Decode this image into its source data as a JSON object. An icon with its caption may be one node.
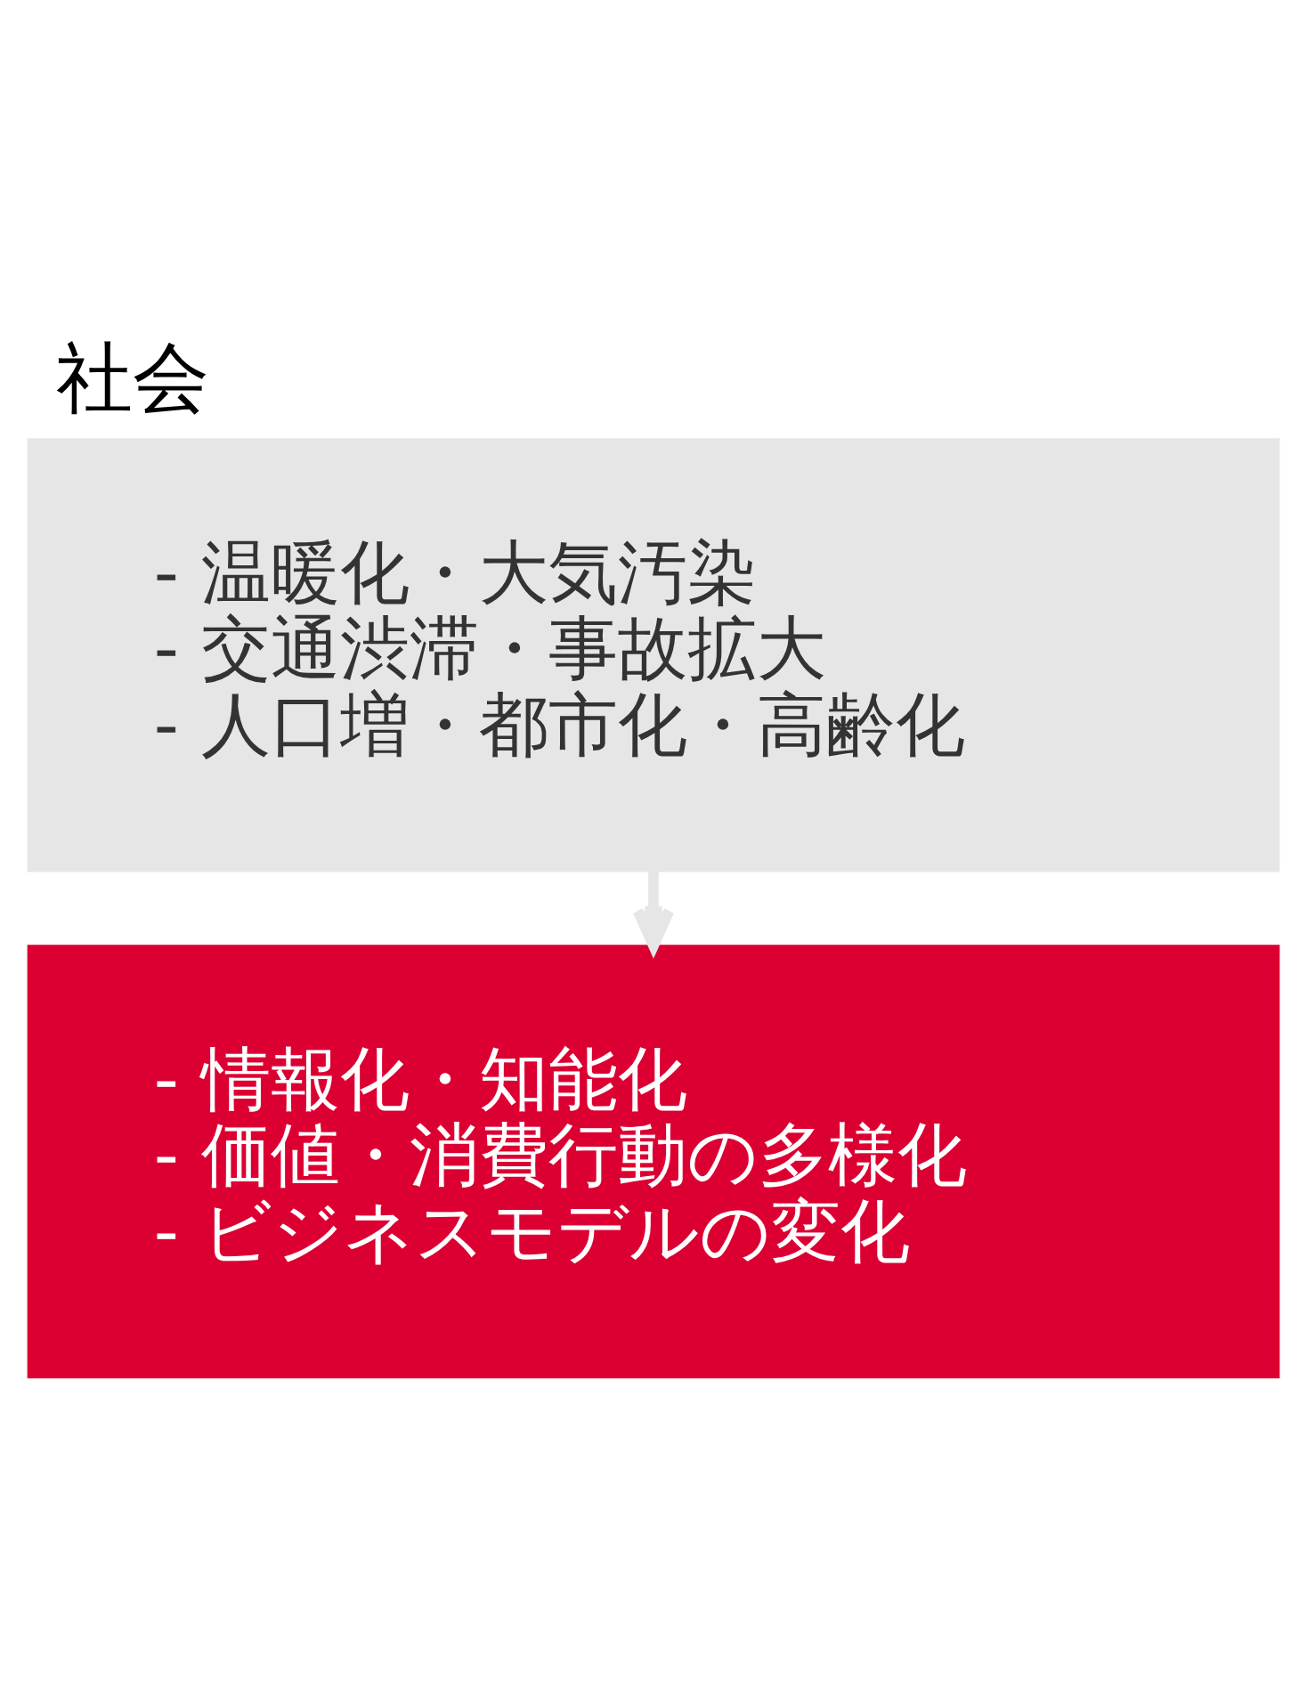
{
  "diagram": {
    "title": "社会",
    "nodes": [
      {
        "text": [
          "- 温暖化・大気汚染",
          "- 交通渋滞・事故拡大",
          "- 人口増・都市化・高齢化"
        ]
      },
      {
        "text": [
          "- 情報化・知能化",
          "- 価値・消費行動の多様化",
          "- ビジネスモデルの変化"
        ]
      }
    ],
    "edges": [
      {
        "from": 0,
        "to": 1,
        "arrow": "to"
      }
    ]
  }
}
